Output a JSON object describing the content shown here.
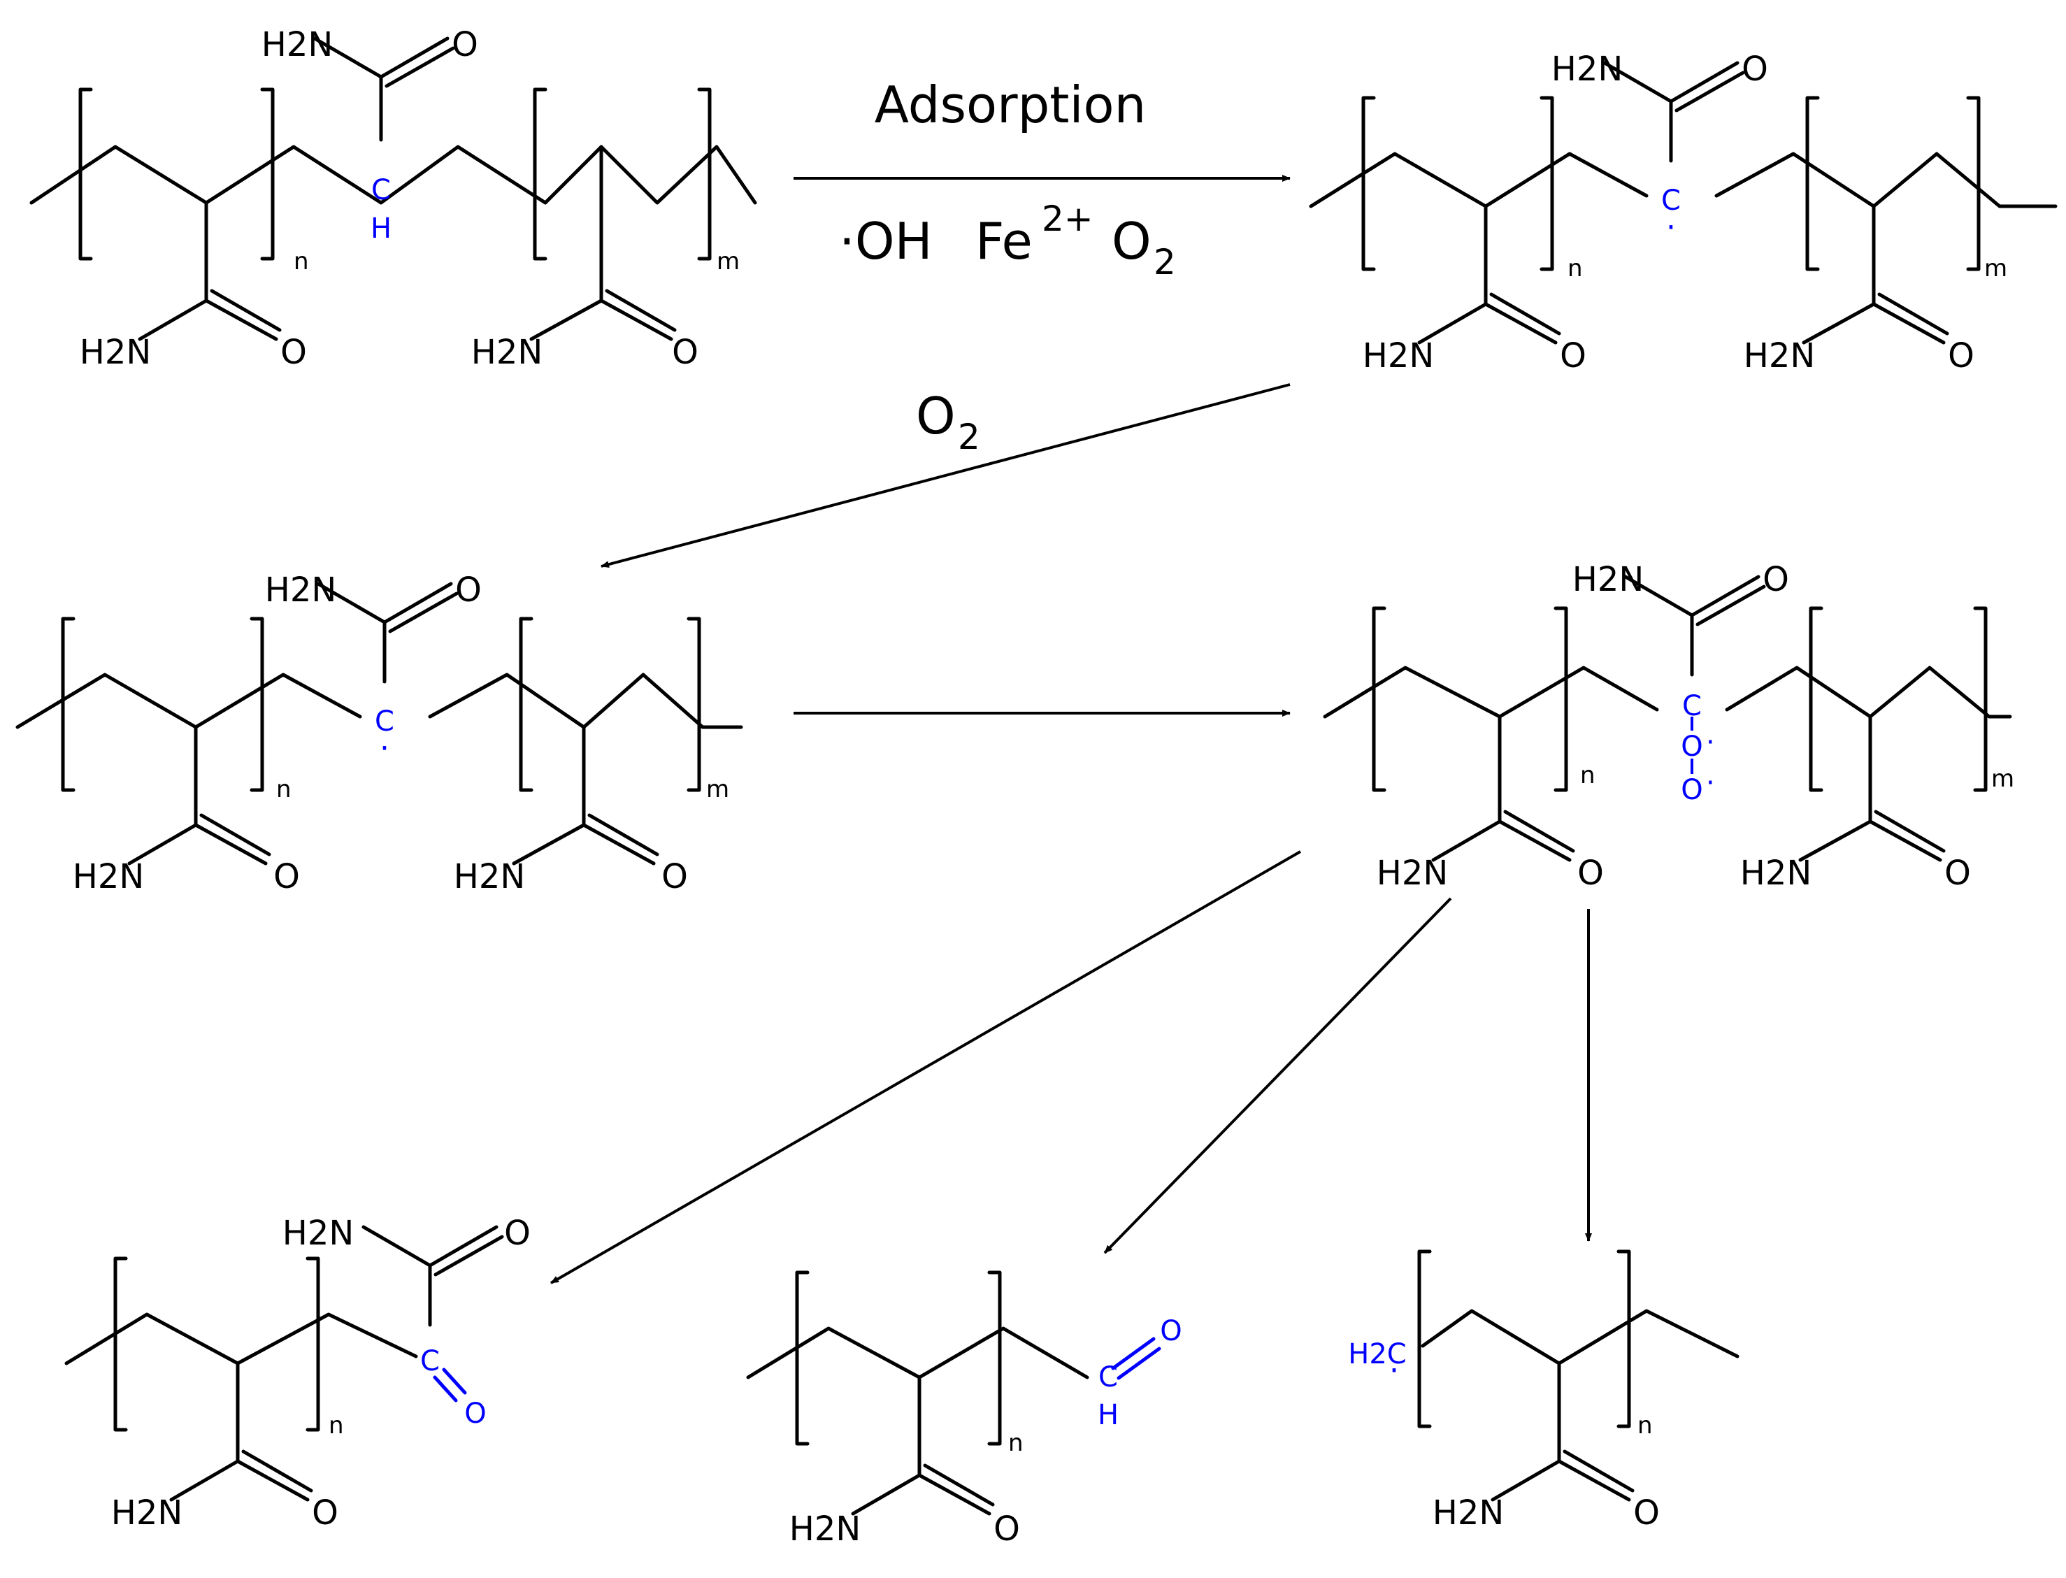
{
  "colors": {
    "ink": "#000000",
    "highlight": "#0000ff",
    "background": "#ffffff"
  },
  "labels": {
    "h2n": "H2N",
    "o": "O",
    "c": "C",
    "h": "H",
    "h2c": "H2C",
    "n": "n",
    "m": "m",
    "radical_dot": "·"
  },
  "conditions": {
    "adsorption": "Adsorption",
    "hydroxyl_radical": "·OH",
    "iron": "Fe",
    "iron_charge": "2+",
    "oxygen": "O",
    "oxygen_subscript": "2"
  }
}
